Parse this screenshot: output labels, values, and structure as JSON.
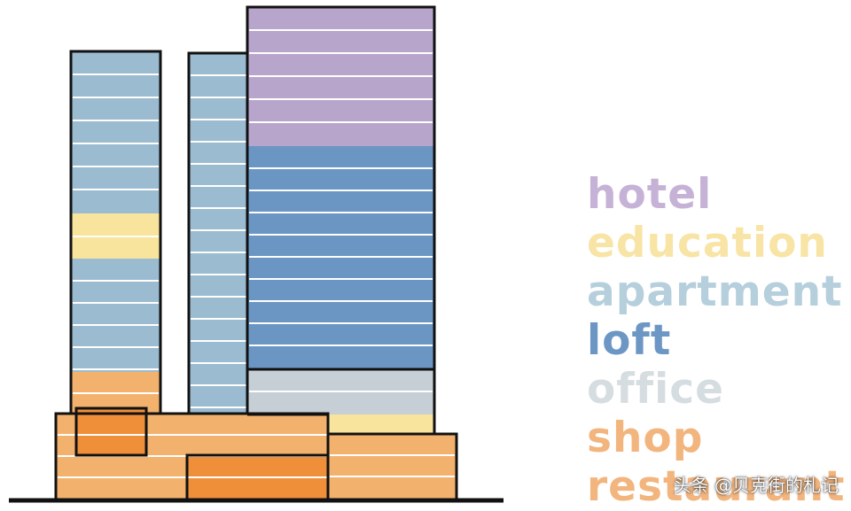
{
  "legend": {
    "items": [
      {
        "label": "hotel",
        "color": "#c6b2d6"
      },
      {
        "label": "education",
        "color": "#f8e4a5"
      },
      {
        "label": "apartment",
        "color": "#b6cfdd"
      },
      {
        "label": "loft",
        "color": "#6c96c4"
      },
      {
        "label": "office",
        "color": "#d6dde1"
      },
      {
        "label": "shop",
        "color": "#f3b57e"
      },
      {
        "label": "restaurant",
        "color": "#f3b57e"
      }
    ]
  },
  "palette": {
    "hotel": "#b8a5cb",
    "education": "#f8e49c",
    "apartment": "#9bbbd0",
    "loft": "#6b96c3",
    "office": "#c5cfd5",
    "shop": "#f2b26d",
    "restaurant": "#ef8f3a",
    "outline": "#111111",
    "floor_line": "#ffffff"
  },
  "watermark": "头条 @贝克街的札记"
}
